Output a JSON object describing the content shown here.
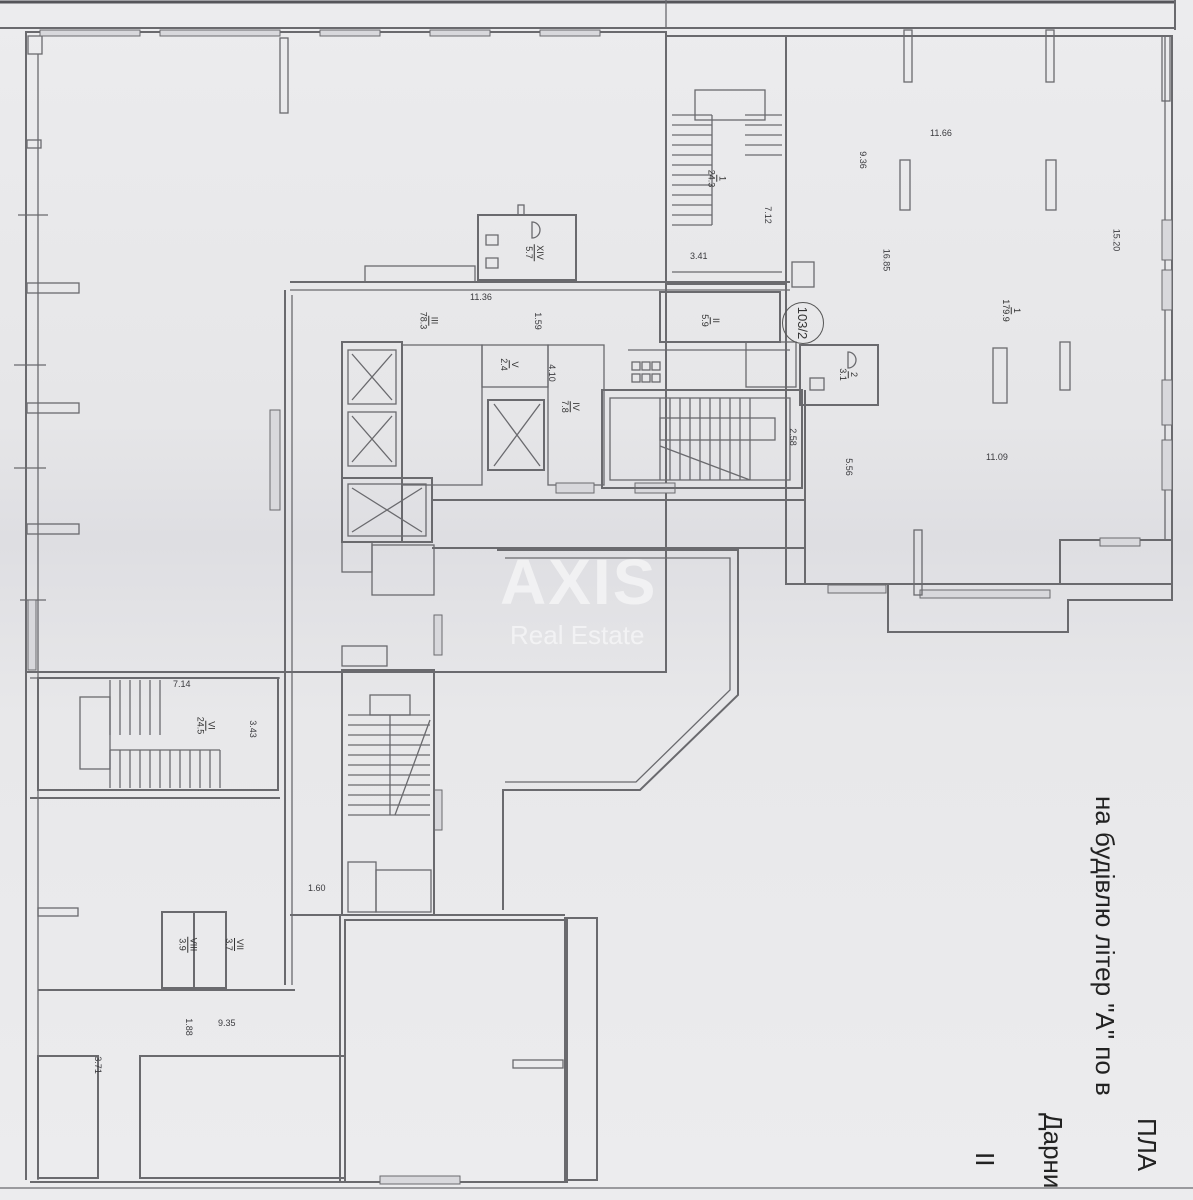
{
  "document": {
    "type": "floor-plan",
    "orientation": "rotated-90"
  },
  "title_block": {
    "line1": "ПЛА",
    "line2": "на будівлю літер \"А\" по в",
    "line3": "Дарни",
    "line4": "II"
  },
  "watermark": {
    "brand": "AXIS",
    "sub": "Real Estate"
  },
  "unit_tag": "103/2",
  "rooms": [
    {
      "id": "I",
      "num": "1",
      "area": "179.9"
    },
    {
      "id": "I_stair",
      "num": "1",
      "area": "24.3"
    },
    {
      "id": "II",
      "num": "II",
      "area": "5.9"
    },
    {
      "id": "III",
      "num": "III",
      "area": "78.3"
    },
    {
      "id": "IV",
      "num": "IV",
      "area": "7.8"
    },
    {
      "id": "V",
      "num": "V",
      "area": "2.4"
    },
    {
      "id": "VI",
      "num": "VI",
      "area": "24.5"
    },
    {
      "id": "VII",
      "num": "VII",
      "area": "3.7"
    },
    {
      "id": "VIII",
      "num": "VIII",
      "area": "3.9"
    },
    {
      "id": "XIV",
      "num": "XIV",
      "area": "5.7"
    },
    {
      "id": "2",
      "num": "2",
      "area": "3.1"
    }
  ],
  "dimensions": {
    "d_11_66": "11.66",
    "d_9_36": "9.36",
    "d_15_20": "15.20",
    "d_16_85": "16.85",
    "d_7_12": "7.12",
    "d_3_41": "3.41",
    "d_11_36": "11.36",
    "d_1_59": "1.59",
    "d_4_10": "4.10",
    "d_2_58": "2.58",
    "d_5_56": "5.56",
    "d_11_09": "11.09",
    "d_7_14": "7.14",
    "d_3_43": "3.43",
    "d_1_60": "1.60",
    "d_1_88": "1.88",
    "d_9_35": "9.35",
    "d_3_71": "3.71"
  },
  "colors": {
    "paper": "#e9e9eb",
    "line": "#6a6a6e",
    "text": "#333333"
  }
}
